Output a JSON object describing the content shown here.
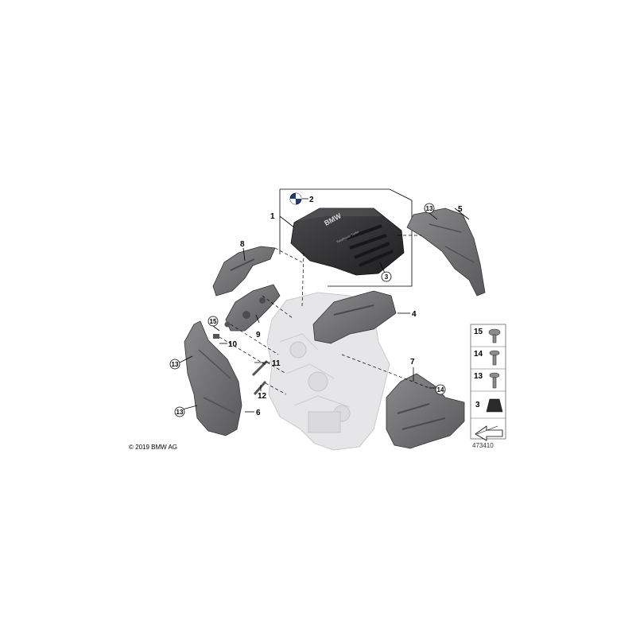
{
  "diagram": {
    "callouts": [
      {
        "id": "c1",
        "text": "1"
      },
      {
        "id": "c2",
        "text": "2"
      },
      {
        "id": "c3",
        "text": "3"
      },
      {
        "id": "c4",
        "text": "4"
      },
      {
        "id": "c5",
        "text": "5"
      },
      {
        "id": "c6",
        "text": "6"
      },
      {
        "id": "c7",
        "text": "7"
      },
      {
        "id": "c8",
        "text": "8"
      },
      {
        "id": "c9",
        "text": "9"
      },
      {
        "id": "c10",
        "text": "10"
      },
      {
        "id": "c11",
        "text": "11"
      },
      {
        "id": "c12",
        "text": "12"
      },
      {
        "id": "c13a",
        "text": "13"
      },
      {
        "id": "c13b",
        "text": "13"
      },
      {
        "id": "c13c",
        "text": "13"
      },
      {
        "id": "c14",
        "text": "14"
      },
      {
        "id": "c15",
        "text": "15"
      }
    ],
    "cover_logo_text": "BMW",
    "cover_script_text": "TwinPower Turbo",
    "legend": [
      {
        "num": "15"
      },
      {
        "num": "14"
      },
      {
        "num": "13"
      },
      {
        "num": "3"
      }
    ],
    "copyright": "© 2019 BMW AG",
    "image_number": "473410"
  },
  "colors": {
    "cover_dark": "#2e2e30",
    "part_grey": "#6d6d70",
    "engine_light": "#e4e4e6",
    "line": "#000000"
  }
}
